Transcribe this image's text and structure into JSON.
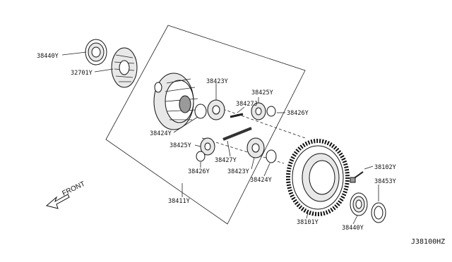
{
  "labels": {
    "p38440_top": "38440Y",
    "p32701": "32701Y",
    "p38423_top": "38423Y",
    "p38427J": "38427J",
    "p38425_right": "38425Y",
    "p38426_right": "38426Y",
    "p38424_left": "38424Y",
    "p38425_left": "38425Y",
    "p38427Y": "38427Y",
    "p38423_bottom": "38423Y",
    "p38426_left": "38426Y",
    "p38424_bottom": "38424Y",
    "p38411": "38411Y",
    "p38101": "38101Y",
    "p38102": "38102Y",
    "p38453": "38453Y",
    "p38440_bottom": "38440Y"
  },
  "front_label": "FRONT",
  "diagram_code": "J38100HZ"
}
